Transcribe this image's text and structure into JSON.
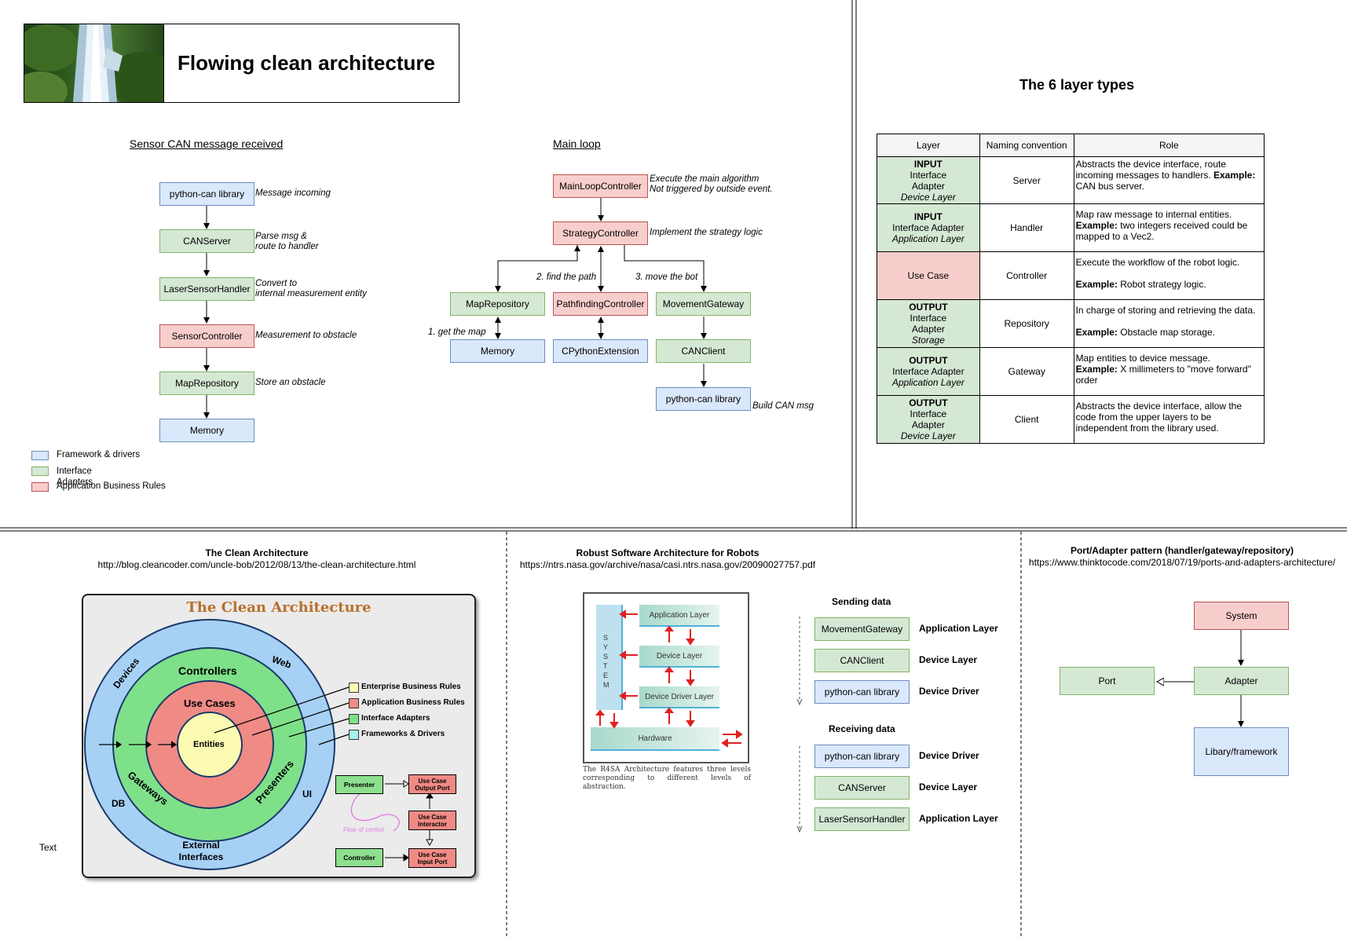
{
  "header": {
    "title": "Flowing clean architecture",
    "image": "waterfall-photo"
  },
  "sensor": {
    "title": "Sensor CAN message received",
    "nodes": [
      "python-can library",
      "CANServer",
      "LaserSensorHandler",
      "SensorController",
      "MapRepository",
      "Memory"
    ],
    "notes": [
      "Message incoming",
      "Parse msg &\nroute to handler",
      "Convert to\ninternal measurement entity",
      "Measurement to obstacle",
      "Store an obstacle"
    ]
  },
  "legend": {
    "items": [
      "Framework & drivers",
      "Interface Adapters",
      "Application Business Rules"
    ]
  },
  "mainloop": {
    "title": "Main loop",
    "nodes": {
      "main": "MainLoopController",
      "strategy": "StrategyController",
      "map_repo": "MapRepository",
      "pathfinding": "PathfindingController",
      "movement": "MovementGateway",
      "memory": "Memory",
      "cpython": "CPythonExtension",
      "canclient": "CANClient",
      "pycan": "python-can library"
    },
    "notes": {
      "main": "Execute the main algorithm\nNot triggered by outside event.",
      "strategy": "Implement the strategy logic",
      "find_path": "2. find the path",
      "move_bot": "3. move the bot",
      "get_map": "1. get the map",
      "build": "Build CAN msg"
    }
  },
  "layer_types": {
    "title": "The 6 layer types",
    "headers": [
      "Layer",
      "Naming convention",
      "Role"
    ],
    "rows": [
      {
        "kind": "INPUT",
        "sub": "Interface\nAdapter",
        "italic": "Device Layer",
        "naming": "Server",
        "role": "Abstracts the device interface, route incoming messages to handlers.",
        "ex_label": "Example:",
        "ex": "CAN bus server."
      },
      {
        "kind": "INPUT",
        "sub": "Interface Adapter",
        "italic": "Application Layer",
        "naming": "Handler",
        "role": "Map raw message to internal entities.",
        "ex_label": "Example:",
        "ex": "two integers received could be mapped to a Vec2."
      },
      {
        "kind": "",
        "sub": "Use Case",
        "italic": "",
        "naming": "Controller",
        "role": "Execute the workflow of the robot logic.",
        "ex_label": "Example:",
        "ex": "Robot strategy logic."
      },
      {
        "kind": "OUTPUT",
        "sub": "Interface\nAdapter",
        "italic": "Storage",
        "naming": "Repository",
        "role": "In charge of storing and retrieving the data.",
        "ex_label": "Example:",
        "ex": "Obstacle map storage."
      },
      {
        "kind": "OUTPUT",
        "sub": "Interface Adapter",
        "italic": "Application Layer",
        "naming": "Gateway",
        "role": "Map entities to device message.",
        "ex_label": "Example:",
        "ex": "X millimeters to \"move forward\" order"
      },
      {
        "kind": "OUTPUT",
        "sub": "Interface\nAdapter",
        "italic": "Device Layer",
        "naming": "Client",
        "role": "Abstracts the device interface, allow the code from the upper layers to be independent from the library used.",
        "ex_label": "",
        "ex": ""
      }
    ]
  },
  "clean_arch": {
    "title": "The Clean Architecture",
    "url": "http://blog.cleancoder.com/uncle-bob/2012/08/13/the-clean-architecture.html",
    "img_title": "The Clean Architecture",
    "rings": {
      "outer_top": "Devices",
      "web": "Web",
      "db": "DB",
      "ui": "UI",
      "external": "External\nInterfaces",
      "controllers": "Controllers",
      "gateways": "Gateways",
      "presenters": "Presenters",
      "use_cases": "Use Cases",
      "entities": "Entities"
    },
    "legend": [
      "Enterprise Business Rules",
      "Application Business Rules",
      "Interface Adapters",
      "Frameworks & Drivers"
    ],
    "flow": {
      "presenter": "Presenter",
      "output_port": "Use Case\nOutput Port",
      "interactor": "Use Case\nInteractor",
      "controller": "Controller",
      "input_port": "Use Case\nInput Port",
      "flow_label": "Flow of control"
    },
    "text": "Text"
  },
  "robust": {
    "title": "Robust Software Architecture for Robots",
    "url": "https://ntrs.nasa.gov/archive/nasa/casi.ntrs.nasa.gov/20090027757.pdf",
    "figure": {
      "system": "SYSTEM",
      "app": "Application Layer",
      "device": "Device Layer",
      "driver": "Device Driver Layer",
      "hardware": "Hardware",
      "caption": "The R4SA Architecture features three levels corresponding to different levels of abstraction."
    },
    "sending": {
      "title": "Sending data",
      "rows": [
        {
          "node": "MovementGateway",
          "layer": "Application Layer"
        },
        {
          "node": "CANClient",
          "layer": "Device Layer"
        },
        {
          "node": "python-can library",
          "layer": "Device Driver"
        }
      ]
    },
    "receiving": {
      "title": "Receiving data",
      "rows": [
        {
          "node": "python-can library",
          "layer": "Device Driver"
        },
        {
          "node": "CANServer",
          "layer": "Device Layer"
        },
        {
          "node": "LaserSensorHandler",
          "layer": "Application Layer"
        }
      ]
    }
  },
  "port_adapter": {
    "title": "Port/Adapter pattern (handler/gateway/repository)",
    "url": "https://www.thinktocode.com/2018/07/19/ports-and-adapters-architecture/",
    "nodes": {
      "system": "System",
      "port": "Port",
      "adapter": "Adapter",
      "lib": "Libary/framework"
    }
  },
  "colors": {
    "blue": "#dae8fc",
    "green": "#d5e8d4",
    "red": "#f8cecc"
  }
}
